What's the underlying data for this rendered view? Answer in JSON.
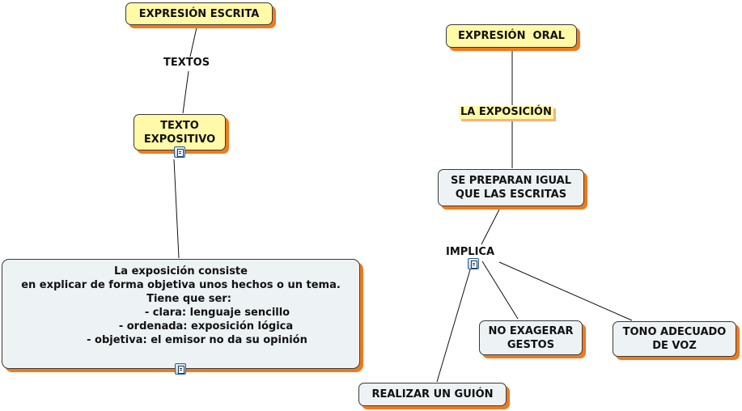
{
  "left": {
    "root": "EXPRESIÓN ESCRITA",
    "link1": "TEXTOS",
    "child": [
      "TEXTO",
      "EXPOSITIVO"
    ],
    "detail": [
      "La exposición consiste",
      "en explicar de forma objetiva unos hechos o un tema.",
      "Tiene que ser:",
      "- clara: lenguaje sencillo",
      "- ordenada: exposición lógica",
      "- objetiva: el emisor no da su opinión"
    ]
  },
  "right": {
    "root": "EXPRESIÓN  ORAL",
    "link1": "LA EXPOSICIÓN",
    "child": [
      "SE PREPARAN IGUAL",
      "QUE LAS ESCRITAS"
    ],
    "link2": "IMPLICA",
    "leaf_guion": "REALIZAR UN GUIÓN",
    "leaf_gestos": [
      "NO EXAGERAR",
      "GESTOS"
    ],
    "leaf_tono": [
      "TONO ADECUADO",
      "DE VOZ"
    ]
  },
  "icons": {
    "note": "note-icon"
  },
  "colors": {
    "yellow_node": "#fff9a8",
    "blue_node": "#edf2f5",
    "shadow": "#f07a1e"
  }
}
